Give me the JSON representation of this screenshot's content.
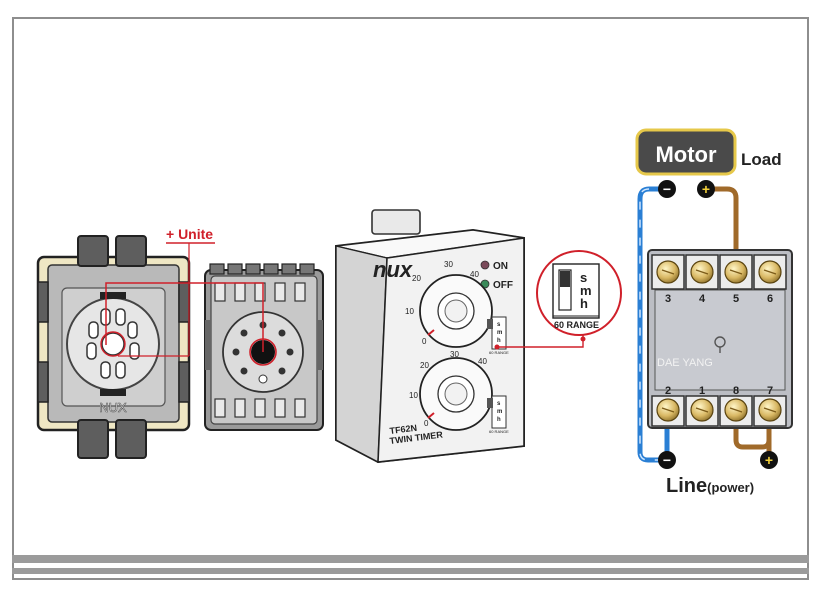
{
  "unite_label": "+ Unite",
  "socket_brand": "NUX",
  "timer": {
    "brand": "nux",
    "on_label": "ON",
    "off_label": "OFF",
    "dial_top_ticks": [
      "0",
      "10",
      "20",
      "30",
      "40"
    ],
    "dial_bottom_ticks": [
      "0",
      "10",
      "20",
      "30",
      "40"
    ],
    "model": "TF62N",
    "name": "TWIN TIMER",
    "range_units": [
      "s",
      "m",
      "h"
    ],
    "range_label": "60 RANGE",
    "range_small": "60 RANGE"
  },
  "callout": {
    "units": [
      "s",
      "m",
      "h"
    ],
    "range_label": "60 RANGE"
  },
  "motor": {
    "label": "Motor",
    "load_label": "Load"
  },
  "contactor": {
    "top_terminals": [
      "3",
      "4",
      "5",
      "6"
    ],
    "bottom_terminals": [
      "2",
      "1",
      "8",
      "7"
    ],
    "brand": "DAE YANG"
  },
  "line": {
    "label": "Line",
    "sub_label": "(power)"
  },
  "polarity": {
    "minus": "−",
    "plus": "+"
  },
  "colors": {
    "red_wire": "#d0202a",
    "blue_wire": "#2a7fd4",
    "brown_wire": "#a06a2a",
    "motor_box": "#4a4a4a",
    "motor_border": "#e6c84a"
  }
}
